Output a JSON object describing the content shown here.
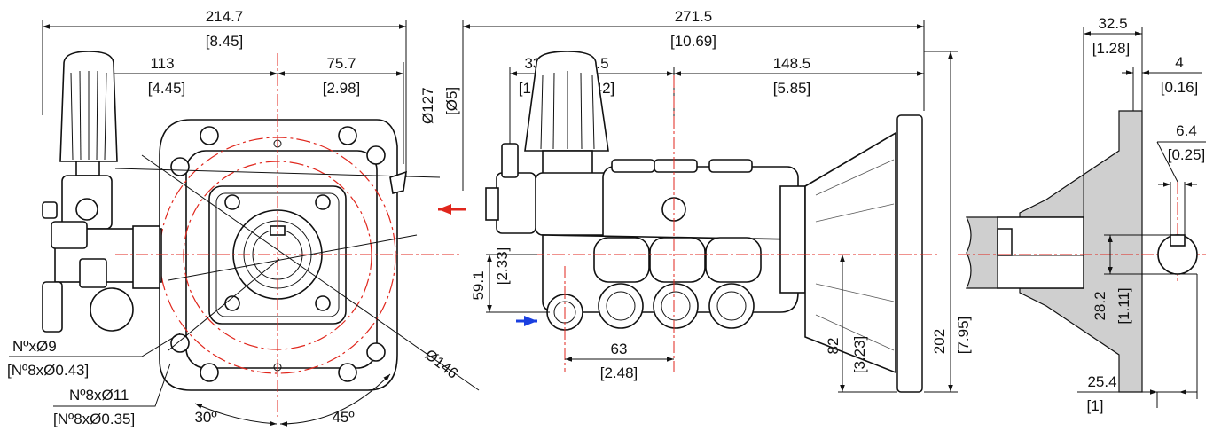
{
  "dimensions": {
    "front": {
      "overall_width_mm": "214.7",
      "overall_width_in": "[8.45]",
      "left_offset_mm": "113",
      "left_offset_in": "[4.45]",
      "right_offset_mm": "75.7",
      "right_offset_in": "[2.98]",
      "bolt_circle_dia_mm": "Ø127",
      "bolt_circle_dia_in": "[Ø5]",
      "outer_circle_dia": "Ø146",
      "holes_small": "NºxØ9",
      "holes_small_in": "[Nº8xØ0.43]",
      "holes_large": "Nº8xØ11",
      "holes_large_in": "[Nº8xØ0.35]",
      "angle_left": "30º",
      "angle_right": "45º"
    },
    "side": {
      "overall_length_mm": "271.5",
      "overall_length_in": "[10.69]",
      "inlet_offset_mm": "33.2",
      "inlet_offset_in": "[1.31]",
      "valve_offset_mm": "61.5",
      "valve_offset_in": "[2.42]",
      "flange_offset_mm": "148.5",
      "flange_offset_in": "[5.85]",
      "inlet_height_mm": "59.1",
      "inlet_height_in": "[2.33]",
      "port_spacing_mm": "63",
      "port_spacing_in": "[2.48]",
      "shaft_height_mm": "82",
      "shaft_height_in": "[3.23]",
      "overall_height_mm": "202",
      "overall_height_in": "[7.95]"
    },
    "section": {
      "flange_width_mm": "32.5",
      "flange_width_in": "[1.28]",
      "lip_mm": "4",
      "lip_in": "[0.16]",
      "key_width_mm": "6.4",
      "key_width_in": "[0.25]",
      "shaft_dia_mm": "28.2",
      "shaft_dia_in": "[1.11]",
      "bottom_mm": "25.4",
      "bottom_in": "[1]"
    }
  },
  "colors": {
    "outlet_arrow": "#e0261c",
    "inlet_arrow": "#1a3fe0",
    "centerline": "#e0261c"
  }
}
